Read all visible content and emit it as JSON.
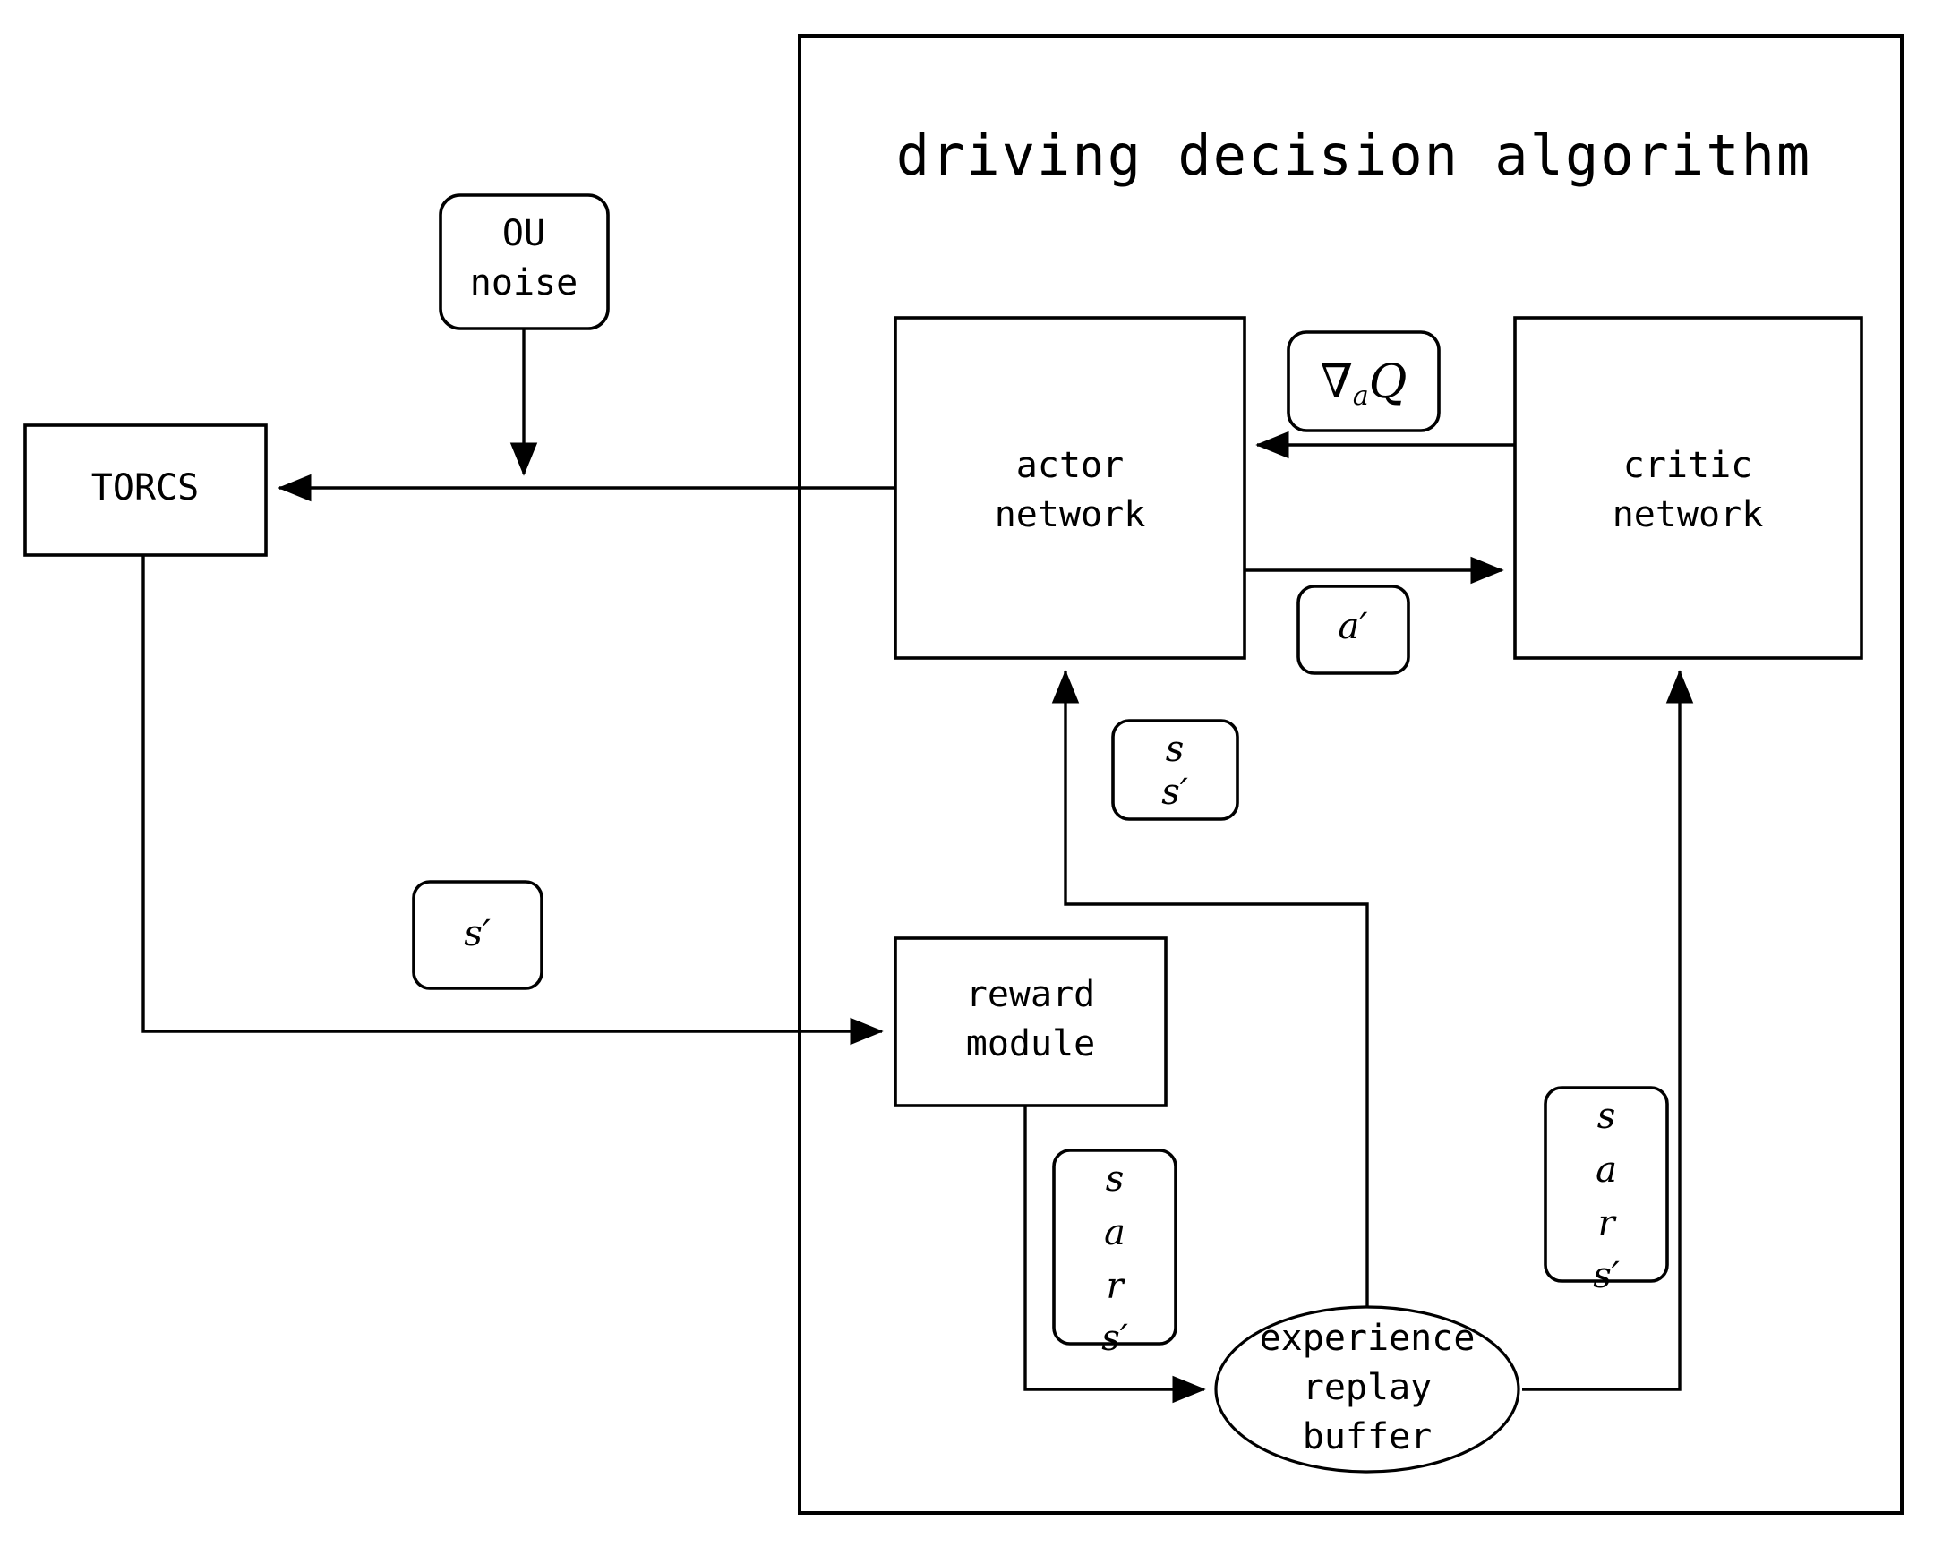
{
  "diagram": {
    "title": "driving decision algorithm",
    "type": "flowchart",
    "background": "#ffffff",
    "stroke_color": "#000000",
    "nodes": [
      {
        "id": "ou_noise",
        "label_line1": "OU",
        "label_line2": "noise",
        "shape": "rounded-rect"
      },
      {
        "id": "torcs",
        "label_line1": "TORCS",
        "label_line2": "",
        "shape": "rect"
      },
      {
        "id": "actor",
        "label_line1": "actor",
        "label_line2": "network",
        "shape": "rect"
      },
      {
        "id": "critic",
        "label_line1": "critic",
        "label_line2": "network",
        "shape": "rect"
      },
      {
        "id": "reward",
        "label_line1": "reward",
        "label_line2": "module",
        "shape": "rect"
      },
      {
        "id": "buffer",
        "label_line1": "experience",
        "label_line2": "replay",
        "label_line3": "buffer",
        "shape": "ellipse"
      }
    ],
    "edge_labels": [
      {
        "id": "grad_q",
        "lines": [
          "∇",
          "a",
          "Q"
        ],
        "display": "∇aQ",
        "shape": "rounded-rect"
      },
      {
        "id": "a_prime",
        "lines": [
          "a′"
        ],
        "display": "a′",
        "shape": "rounded-rect"
      },
      {
        "id": "s_sprime",
        "lines": [
          "s",
          "s′"
        ],
        "display": "s s′",
        "shape": "rounded-rect"
      },
      {
        "id": "s_prime_left",
        "lines": [
          "s′"
        ],
        "display": "s′",
        "shape": "rounded-rect"
      },
      {
        "id": "sars_left",
        "lines": [
          "s",
          "a",
          "r",
          "s′"
        ],
        "display": "s a r s′",
        "shape": "rounded-rect"
      },
      {
        "id": "sars_right",
        "lines": [
          "s",
          "a",
          "r",
          "s′"
        ],
        "display": "s a r s′",
        "shape": "rounded-rect"
      }
    ],
    "connections": [
      {
        "from": "actor",
        "to": "torcs",
        "label": ""
      },
      {
        "from": "ou_noise",
        "to": "actor-to-torcs-line",
        "label": ""
      },
      {
        "from": "torcs",
        "to": "reward",
        "label": "s′"
      },
      {
        "from": "critic",
        "to": "actor",
        "label": "∇aQ"
      },
      {
        "from": "actor",
        "to": "critic",
        "label": "a′"
      },
      {
        "from": "buffer",
        "to": "actor",
        "label": "s s′"
      },
      {
        "from": "reward",
        "to": "buffer",
        "label": "s a r s′"
      },
      {
        "from": "buffer",
        "to": "critic",
        "label": "s a r s′"
      }
    ],
    "node_text": {
      "ou_noise_l1": "OU",
      "ou_noise_l2": "noise",
      "torcs": "TORCS",
      "actor_l1": "actor",
      "actor_l2": "network",
      "critic_l1": "critic",
      "critic_l2": "network",
      "reward_l1": "reward",
      "reward_l2": "module",
      "buffer_l1": "experience",
      "buffer_l2": "replay",
      "buffer_l3": "buffer"
    },
    "label_text": {
      "grad_nabla": "∇",
      "grad_sub_a": "a",
      "grad_Q": "Q",
      "a_prime": "a′",
      "s": "s",
      "s_prime": "s′",
      "a": "a",
      "r": "r"
    }
  }
}
